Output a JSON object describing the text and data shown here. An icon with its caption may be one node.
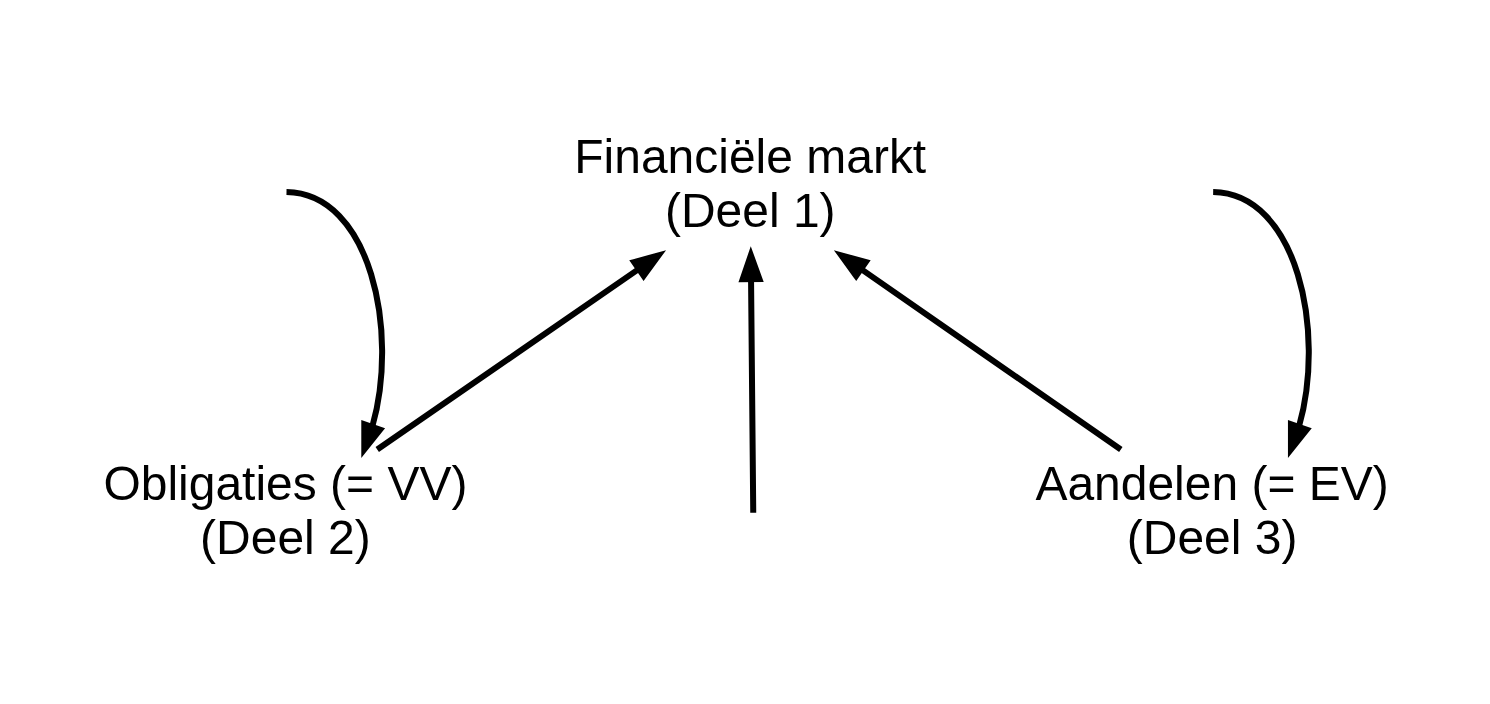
{
  "diagram": {
    "nodes": [
      {
        "text": [
          "Financiële markt",
          "(Deel 1)"
        ]
      },
      {
        "text": [
          "Obligaties (= VV)",
          "(Deel 2)"
        ]
      },
      {
        "text": [
          "Aandelen (= EV)",
          "(Deel 3)"
        ]
      }
    ],
    "edges": [
      {
        "from": null,
        "to": 0,
        "arrow": "to"
      },
      {
        "from": 1,
        "to": 0,
        "arrow": "to"
      },
      {
        "from": 2,
        "to": 0,
        "arrow": "to"
      },
      {
        "from": null,
        "to": 1,
        "arrow": "to"
      },
      {
        "from": null,
        "to": 2,
        "arrow": "to"
      }
    ]
  }
}
